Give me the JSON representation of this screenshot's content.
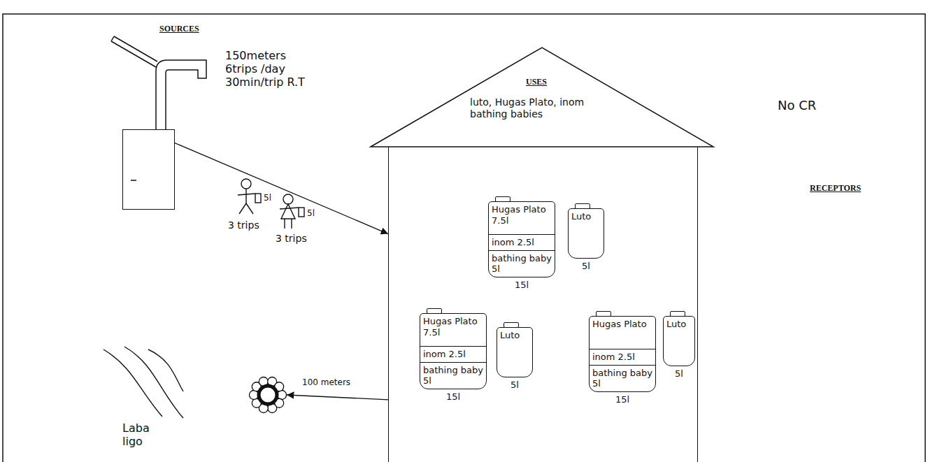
{
  "diagram": {
    "nodes": [
      {
        "text": [
          "SOURCES"
        ]
      },
      {
        "text": [
          "USES",
          "luto, Hugas Plato, inom bathing babies"
        ]
      },
      {
        "text": [
          "Hugas Plato 7.5l",
          "inom 2.5l",
          "bathing baby 5l",
          "15l"
        ],
        "in": 1
      },
      {
        "text": [
          "Luto",
          "5l"
        ],
        "in": 1
      },
      {
        "text": [
          "Hugas Plato 7.5l",
          "inom 2.5l",
          "bathing baby 5l",
          "15l"
        ],
        "in": 1
      },
      {
        "text": [
          "Luto",
          "5l"
        ],
        "in": 1
      },
      {
        "text": [
          "Hugas Plato",
          "inom 2.5l",
          "bathing baby 5l",
          "15l"
        ],
        "in": 1
      },
      {
        "text": [
          "Luto",
          "5l"
        ],
        "in": 1
      },
      {
        "text": [
          "Laba ligo"
        ]
      }
    ],
    "edges": [
      {
        "from": 0,
        "to": 1,
        "label": "150meters 6trips /day 30min/trip R.T",
        "arrow": "to"
      },
      {
        "from": 1,
        "to": 8,
        "label": "100 meters",
        "arrow": "to"
      }
    ],
    "labels": [
      "5l",
      "3 trips",
      "5l",
      "3 trips",
      "No CR",
      "RECEPTORS"
    ]
  }
}
